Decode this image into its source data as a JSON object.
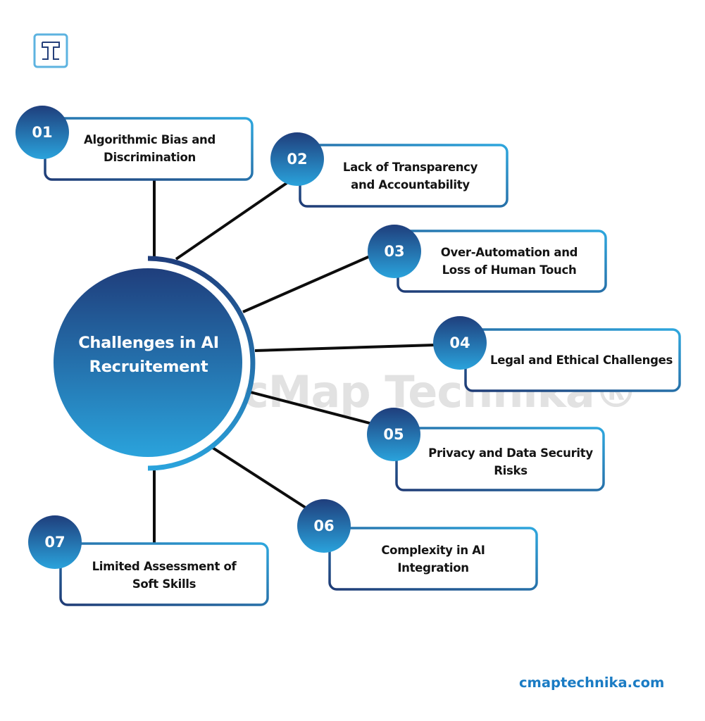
{
  "center": {
    "title": "Challenges in AI Recruitement"
  },
  "watermark": "cMap Technika®",
  "logo": {
    "letter": "T"
  },
  "items": [
    {
      "num": "01",
      "label": "Algorithmic Bias and Discrimination"
    },
    {
      "num": "02",
      "label": "Lack of Transparency and Accountability"
    },
    {
      "num": "03",
      "label": "Over-Automation and Loss of Human Touch"
    },
    {
      "num": "04",
      "label": "Legal and Ethical Challenges"
    },
    {
      "num": "05",
      "label": "Privacy and Data Security Risks"
    },
    {
      "num": "06",
      "label": "Complexity in AI Integration"
    },
    {
      "num": "07",
      "label": "Limited Assessment of Soft Skills"
    }
  ],
  "footer": {
    "url": "cmaptechnika.com"
  },
  "colors": {
    "dark": "#1f3f7a",
    "light": "#2aa3dc",
    "line": "#0d0d0d"
  }
}
